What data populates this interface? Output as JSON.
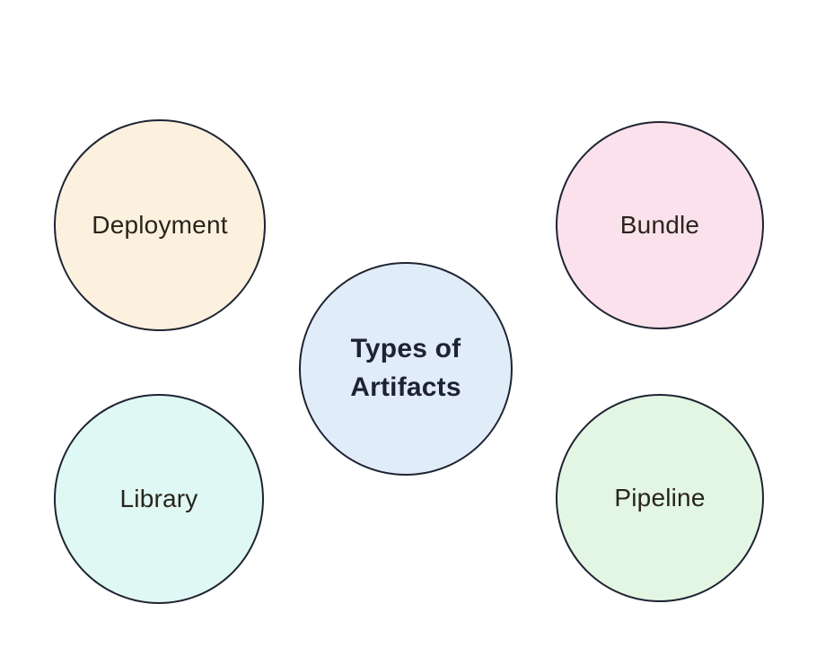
{
  "diagram": {
    "title": "Types of Artifacts",
    "background": "#ffffff",
    "stroke_color": "#1f2433",
    "label_color": "#2a241c",
    "center_label_color": "#1e2334",
    "center_node": {
      "id": "types-of-artifacts",
      "label": "Types of\nArtifacts",
      "fill": "#e1ecf9"
    },
    "nodes": [
      {
        "id": "deployment",
        "label": "Deployment",
        "fill": "#fbf1de"
      },
      {
        "id": "bundle",
        "label": "Bundle",
        "fill": "#fbe1ec"
      },
      {
        "id": "library",
        "label": "Library",
        "fill": "#dff8f3"
      },
      {
        "id": "pipeline",
        "label": "Pipeline",
        "fill": "#e2f6e3"
      }
    ]
  }
}
